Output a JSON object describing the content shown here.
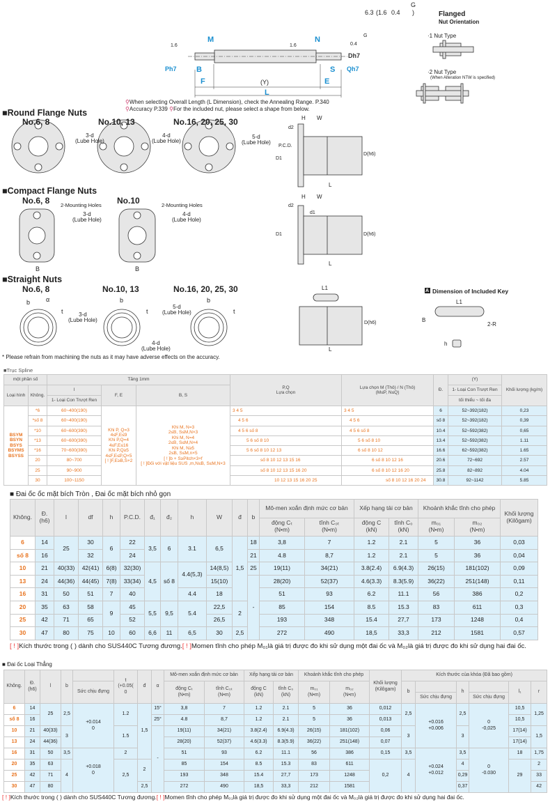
{
  "drawing": {
    "roughness": {
      "a": "6.3",
      "b": "(1.6",
      "c": "0.4",
      "g": "G",
      "close": ")"
    },
    "orientation": {
      "title": "Flanged",
      "subtitle": "Nut Orientation",
      "one": "·1 Nut Type",
      "two": "·2 Nut Type",
      "two_note": "(When Alteration NTW is specified)"
    },
    "shaft": {
      "m": "M",
      "n": "N",
      "r16": "1.6",
      "r04": "0.4",
      "g": "G",
      "p": "Ph7",
      "q": "Qh7",
      "d": "Dh7",
      "b": "B",
      "s": "S",
      "f": "F",
      "e": "E",
      "y": "(Y)",
      "l": "L"
    },
    "notes": [
      "When selecting Overall Length (L Dimension), check the Annealing Range.",
      "P.340",
      "Accuracy",
      "P.339",
      "For the included nut, please select a shape from below."
    ],
    "round": {
      "title": "Round Flange Nuts",
      "n1": "No.6, 8",
      "n2": "No.10, 13",
      "n3": "No.16, 20, 25, 30",
      "d3": "3-d",
      "d4": "4-d",
      "d5": "5-d",
      "lube": "(Lube Hole)"
    },
    "compact": {
      "title": "Compact Flange Nuts",
      "n1": "No.6, 8",
      "n2": "No.10",
      "mh": "2-Mounting Holes",
      "d3": "3-d",
      "d4": "4-d",
      "lube": "(Lube Hole)",
      "b": "B"
    },
    "straight": {
      "title": "Straight Nuts",
      "n1": "No.6, 8",
      "n2": "No.10, 13",
      "n3": "No.16, 20, 25, 30",
      "b": "b",
      "t": "t",
      "alpha": "α",
      "d3": "3-d",
      "d4": "4-d",
      "d5": "5-d",
      "lube": "(Lube Hole)"
    },
    "side": {
      "h": "H",
      "w": "W",
      "l": "L",
      "dh6": "D(h6)",
      "d1": "D1",
      "pcd": "P.C.D.",
      "d2": "d2",
      "dd1": "d1",
      "hh": "h",
      "l1": "L1"
    },
    "key": {
      "badge": "A",
      "title": "Dimension of Included Key",
      "l1": "L1",
      "b": "B",
      "r": "2-R",
      "h": "h"
    },
    "footnote": "* Please refrain from machining the nuts as it may have  adverse effects on the accuracy."
  },
  "t1": {
    "title": "Trục Spline",
    "header": [
      [
        "một phần số",
        "Tăng 1mm",
        "P,Q\nLựa chọn",
        "Lựa chọn M (Thô) / N (Thô)\n(M≤P, N≤Q)",
        "Đ.",
        "(Y)",
        "Khối lượng (kg/m)"
      ],
      [
        "Loại hình",
        "Không.",
        "l",
        "F, E",
        "B, S",
        "1- Loại Con Trượt Ren"
      ],
      [
        "1- Loại Con Trượt Ren",
        "tối thiểu ~ tối đa"
      ]
    ],
    "rows": [
      [
        "BSYM\nBSYN\nBSYS\nBSYMS\nBSYSS",
        "*6",
        "60~400(190)",
        [
          "Khi P, Q=3",
          "4≤F,E≤9",
          "Khi P,Q=4",
          "4≤F,E≤16",
          "Khi P,Q≥5",
          "4≤F,E≤P,Q×5",
          "[ ! ]F,E≥B,S+2"
        ],
        [
          "Khi M, N=3",
          "2≤B, S≤M,N×3",
          "Khi M, N=4",
          "2≤B, S≤M,N×4",
          "Khi M, N≥5",
          "2≤B, S≤M,n×5",
          "[ ! ]b + S≥Pitch×3+f",
          "[ ! ]Đối với vật liệu SUS ,m,N≤B, S≤M,N×3"
        ],
        "3  4  5",
        "3  4  5",
        "6",
        "52~392(182)",
        "0,23"
      ],
      [
        "*số 8",
        "60~400(190)",
        "4  5  6",
        "4  5  6",
        "số 8",
        "52~392(182)",
        "0,39"
      ],
      [
        "*10",
        "60~600(390)",
        "4  5  6  số 8",
        "4  5  6  số 8",
        "10.4",
        "52~592(382)",
        "0,65"
      ],
      [
        "*13",
        "60~600(390)",
        "5  6  số 8  10",
        "5  6  số 8  10",
        "13.4",
        "52~592(382)",
        "1.11"
      ],
      [
        "*16",
        "70~600(390)",
        "5  6  số 8  10  12  13",
        "6  số 8  10  12",
        "16.6",
        "62~592(382)",
        "1.65"
      ],
      [
        "20",
        "80~700",
        "số 8  10  12  13  15  16",
        "6  số 8  10  12  16",
        "20.6",
        "72~692",
        "2.57"
      ],
      [
        "25",
        "90~900",
        "số 8  10  12  13  15  16  20",
        "6  số 8  10  12  16  20",
        "25.8",
        "82~892",
        "4.04"
      ],
      [
        "30",
        "100~1150",
        "10  12  13  15  16  20  25",
        "số 8  10  12  16  20  24",
        "30.8",
        "92~1142",
        "5.85"
      ]
    ]
  },
  "t2": {
    "title": "Đai ốc ốc mặt bích Tròn , Đai ốc mặt bích nhỏ gọn",
    "header": [
      [
        "Không.",
        "Đ.\n(h6)",
        "l",
        "df",
        "h",
        "P.C.D.",
        "đ₁",
        "đ₂",
        "h",
        "W",
        "đ",
        "b",
        "Mô-men xoắn định mức cơ bản",
        "Xếp hạng tải cơ bản",
        "Khoảnh khắc tĩnh cho phép",
        "Khối lượng\n(Kilôgam)"
      ],
      [
        "động Cₜ\n(N•m)",
        "tĩnh C₀ₜ\n(N•m)",
        "động C\n(kN)",
        "tĩnh C₀\n(kN)",
        "m₀₁\n(N•m)",
        "m₀₂\n(N•m)"
      ]
    ],
    "rows": [
      [
        "6",
        "14",
        "25",
        "30",
        "6",
        "22",
        "3,5",
        "6",
        "3.1",
        "6,5",
        "1,5",
        "18",
        "3,8",
        "7",
        "1.2",
        "2.1",
        "5",
        "36",
        "0,03"
      ],
      [
        "số 8",
        "16",
        "32",
        "24",
        "21",
        "4.8",
        "8,7",
        "1.2",
        "2.1",
        "5",
        "36",
        "0,04"
      ],
      [
        "10",
        "21",
        "40(33)",
        "42(41)",
        "6(8)",
        "32(30)",
        "4,5",
        "số 8",
        "4.4(5,3)",
        "14(8,5)",
        "25",
        "19(11)",
        "34(21)",
        "3.8(2.4)",
        "6.9(4.3)",
        "26(15)",
        "181(102)",
        "0,09"
      ],
      [
        "13",
        "24",
        "44(36)",
        "44(45)",
        "7(8)",
        "33(34)",
        "15(10)",
        "-",
        "28(20)",
        "52(37)",
        "4.6(3.3)",
        "8.3(5.9)",
        "36(22)",
        "251(148)",
        "0,11"
      ],
      [
        "16",
        "31",
        "50",
        "51",
        "7",
        "40",
        "4.4",
        "18",
        "51",
        "93",
        "6.2",
        "11.1",
        "56",
        "386",
        "0,2"
      ],
      [
        "20",
        "35",
        "63",
        "58",
        "9",
        "45",
        "5,5",
        "9,5",
        "5.4",
        "22,5",
        "2",
        "85",
        "154",
        "8.5",
        "15.3",
        "83",
        "611",
        "0,3"
      ],
      [
        "25",
        "42",
        "71",
        "65",
        "52",
        "26,5",
        "193",
        "348",
        "15.4",
        "27,7",
        "173",
        "1248",
        "0,4"
      ],
      [
        "30",
        "47",
        "80",
        "75",
        "10",
        "60",
        "6,6",
        "11",
        "6,5",
        "30",
        "2,5",
        "272",
        "490",
        "18,5",
        "33,3",
        "212",
        "1581",
        "0,57"
      ]
    ],
    "note": [
      "[ ! ]",
      "Kích thước trong ( ) dành cho SUS440C Tương đương.",
      "[ ! ]",
      "Momen tĩnh cho phép M₀₁là giá trị được đo khi sử dụng một đai ốc và M₀₂là giá trị được đo khi sử dụng hai đai ốc."
    ]
  },
  "t3": {
    "title": "Đai ốc Loại Thẳng",
    "header": [
      [
        "Không.",
        "Đ.\n(h6)",
        "l",
        "b",
        null,
        "t\n(+0.05(\n0",
        "đ",
        "α",
        "Mô-men xoắn định mức cơ bản",
        "Xếp hạng tải cơ bản",
        "Khoảnh khắc tĩnh cho phép",
        "Khối lượng\n(Kilôgam)",
        "Kích thước của khóa (Đã bao gồm)"
      ],
      [
        "Sức chịu đựng",
        "động Cₜ\n(N•m)",
        "tĩnh C₀ₜ\n(N•m)",
        "động C\n(kN)",
        "tĩnh C₀\n(kN)",
        "m₀₁\n(N•m)",
        "m₀₂\n(N•m)",
        "b",
        null,
        "h",
        null,
        "l₁",
        "r"
      ],
      [
        "Sức chịu đựng",
        "Sức chịu đựng"
      ]
    ],
    "rows": [
      [
        "6",
        "14",
        "25",
        "2,5",
        "+0.014\n0",
        "1.2",
        "1,5",
        "15°",
        "3,8",
        "7",
        "1.2",
        "2.1",
        "5",
        "36",
        "0,012",
        "2,5",
        "+0.016\n+0.006",
        "2,5",
        "0\n-0,025",
        "10,5",
        "1,25"
      ],
      [
        "số 8",
        "16",
        "25°",
        "4.8",
        "8,7",
        "1.2",
        "2.1",
        "5",
        "36",
        "0,013",
        "10,5"
      ],
      [
        "10",
        "21",
        "40(33)",
        "3",
        "1.5",
        "-",
        "19(11)",
        "34(21)",
        "3.8(2.4)",
        "6.9(4.3)",
        "26(15)",
        "181(102)",
        "0,06",
        "3",
        "3",
        "17(14)",
        "1,5"
      ],
      [
        "13",
        "24",
        "44(36)",
        "28(20)",
        "52(37)",
        "4.6(3.3)",
        "8.3(5.9)",
        "36(22)",
        "251(148)",
        "0,07",
        "17(14)"
      ],
      [
        "16",
        "31",
        "50",
        "3,5",
        "+0.018\n0",
        "2",
        "51",
        "93",
        "6.2",
        "11.1",
        "56",
        "386",
        "0,15",
        "3,5",
        "+0.024\n+0.012",
        "3,5",
        "0\n-0.030",
        "18",
        "1,75"
      ],
      [
        "20",
        "35",
        "63",
        "4",
        "2,5",
        "2",
        "85",
        "154",
        "8.5",
        "15.3",
        "83",
        "611",
        "0,2",
        "4",
        "4",
        "29",
        "2"
      ],
      [
        "25",
        "42",
        "71",
        "193",
        "348",
        "15.4",
        "27,7",
        "173",
        "1248",
        "0,29",
        "33"
      ],
      [
        "30",
        "47",
        "80",
        "2,5",
        "272",
        "490",
        "18,5",
        "33,3",
        "212",
        "1581",
        "0,37",
        "42"
      ]
    ],
    "note": [
      "[ ! ]",
      "Kích thước trong ( ) dành cho SUS440C Tương đương.",
      "[ ! ]",
      "Momen tĩnh cho phép M₀₁là giá trị được đo khi sử dụng một đai ốc và M₀₂là giá trị được đo khi sử dụng hai đai ốc."
    ]
  },
  "colors": {
    "orange": "#e8731e",
    "cell_blue": "#dcf0fa",
    "header_gray": "#e8e8e8",
    "dim_blue": "#1a8fd0"
  }
}
